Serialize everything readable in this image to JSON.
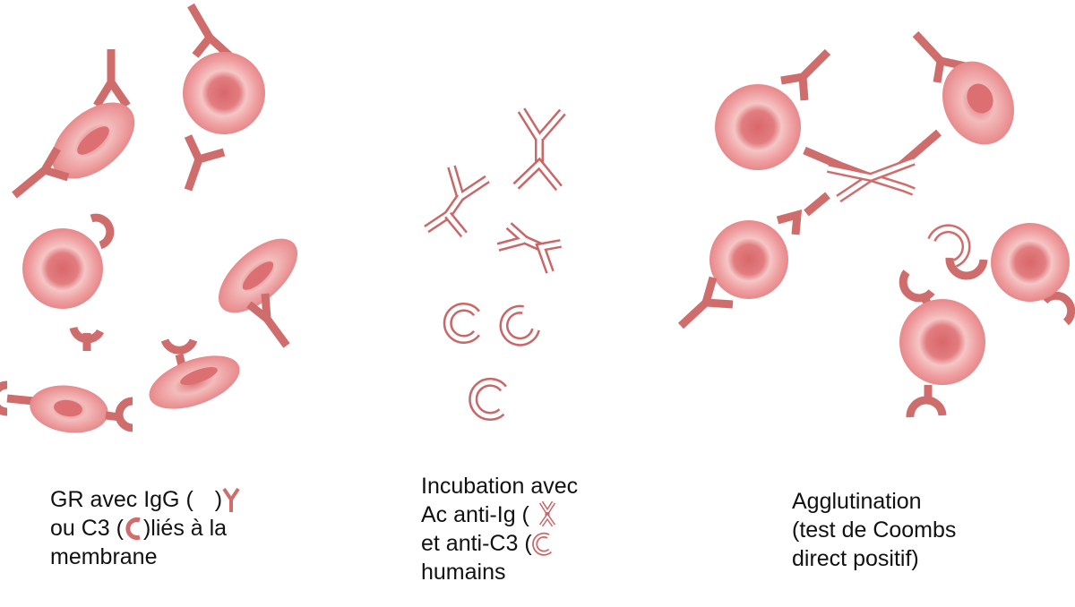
{
  "colors": {
    "cell_outer": "#e8888a",
    "cell_mid": "#f2b3b3",
    "cell_core": "#dc6f72",
    "antibody": "#cf6d6d",
    "anti_ig_outline": "#c96768",
    "background": "#ffffff"
  },
  "panels": {
    "left": {
      "caption": {
        "line1_prefix": "GR avec IgG (",
        "line1_suffix": ")",
        "line2_prefix": "ou C3 (",
        "line2_suffix": ")liés à la",
        "line3": "membrane"
      },
      "icons": [
        "igg-y-icon",
        "c3-c-icon"
      ]
    },
    "middle": {
      "caption": {
        "line1": "Incubation avec",
        "line2_prefix": "Ac anti-Ig (",
        "line3_prefix": "et anti-C3 (",
        "line4": "humains"
      },
      "icons": [
        "anti-ig-x-icon",
        "anti-c3-c-icon"
      ]
    },
    "right": {
      "caption": {
        "line1": "Agglutination",
        "line2": "(test de Coombs",
        "line3": "direct positif)"
      }
    }
  }
}
